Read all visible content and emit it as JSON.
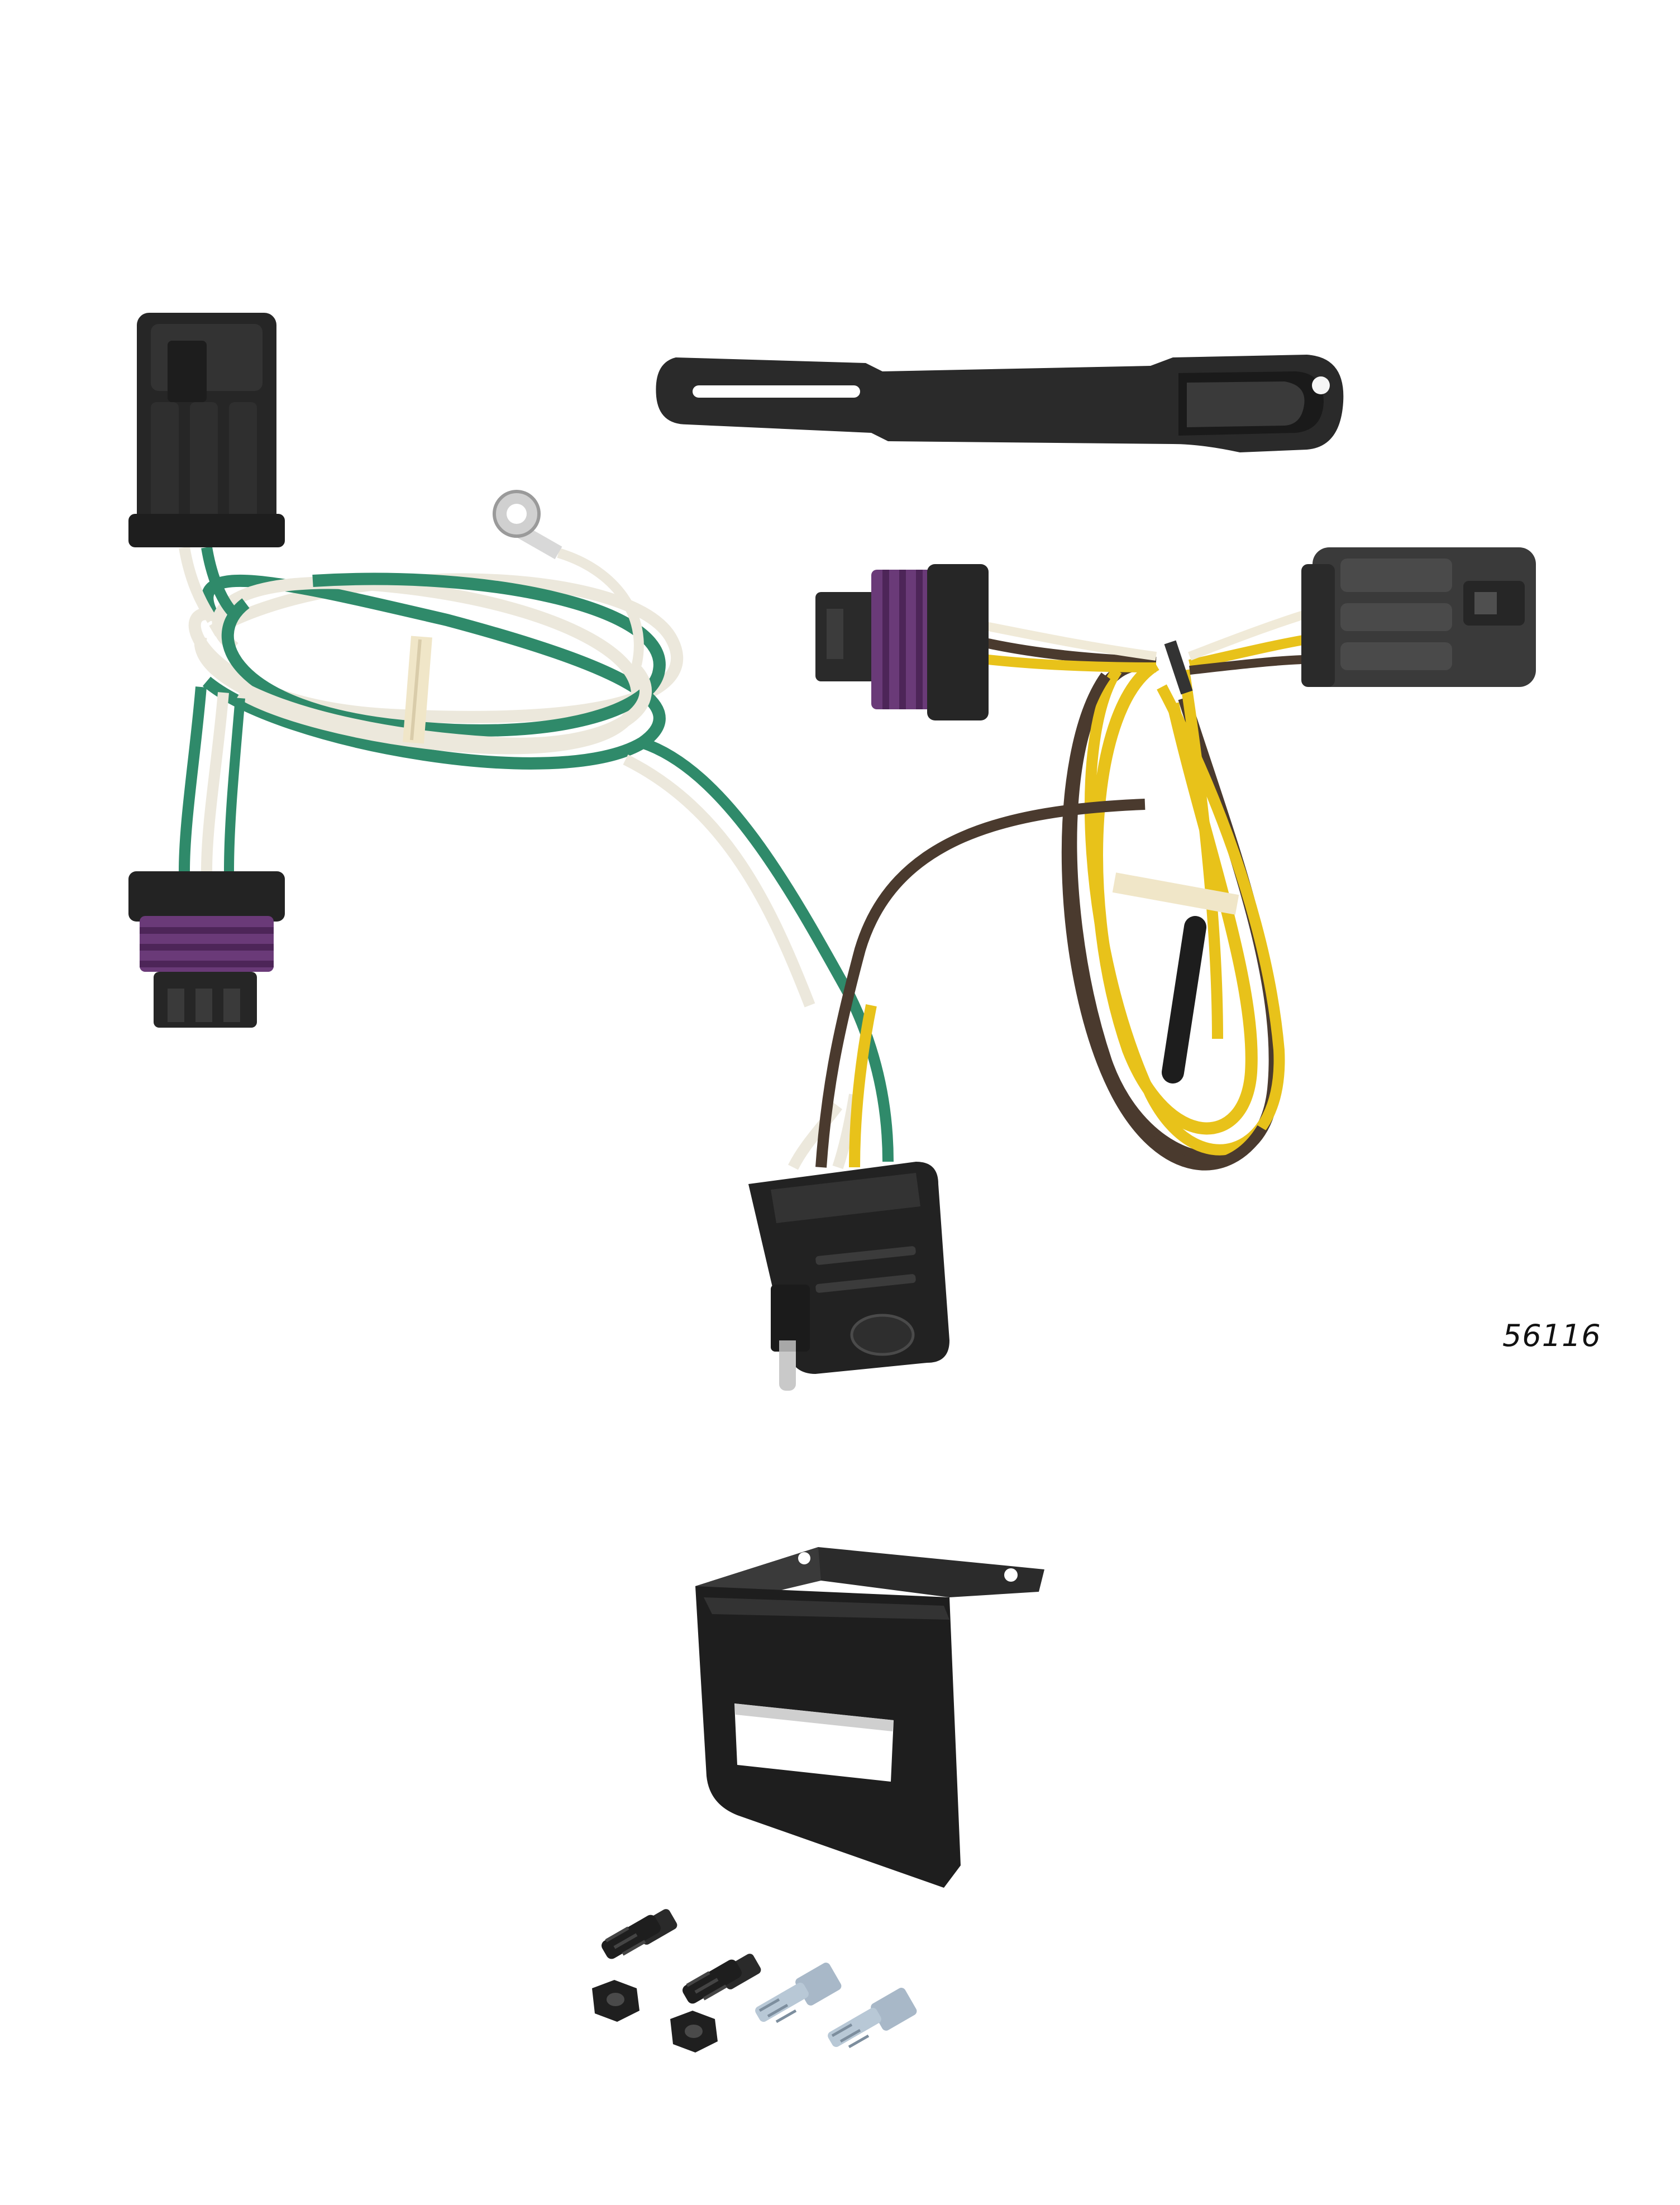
{
  "product": {
    "part_number": "56116"
  },
  "components": {
    "harness_left": "wiring-harness-green-white",
    "harness_right": "wiring-harness-yellow-brown",
    "strap": "mounting-strap",
    "four_way_connector": "4-way-flat-connector",
    "bracket": "mounting-bracket",
    "hardware": [
      "bolt",
      "bolt",
      "self-tapping-screw",
      "self-tapping-screw",
      "lock-nut",
      "lock-nut"
    ]
  },
  "colors": {
    "wire_green": "#2f8a6a",
    "wire_white": "#ece8dc",
    "wire_brown": "#4a3a2e",
    "wire_yellow": "#e8c21a",
    "plastic_black": "#262626",
    "seal_purple": "#6a3a78",
    "zinc": "#a8b8c8"
  }
}
